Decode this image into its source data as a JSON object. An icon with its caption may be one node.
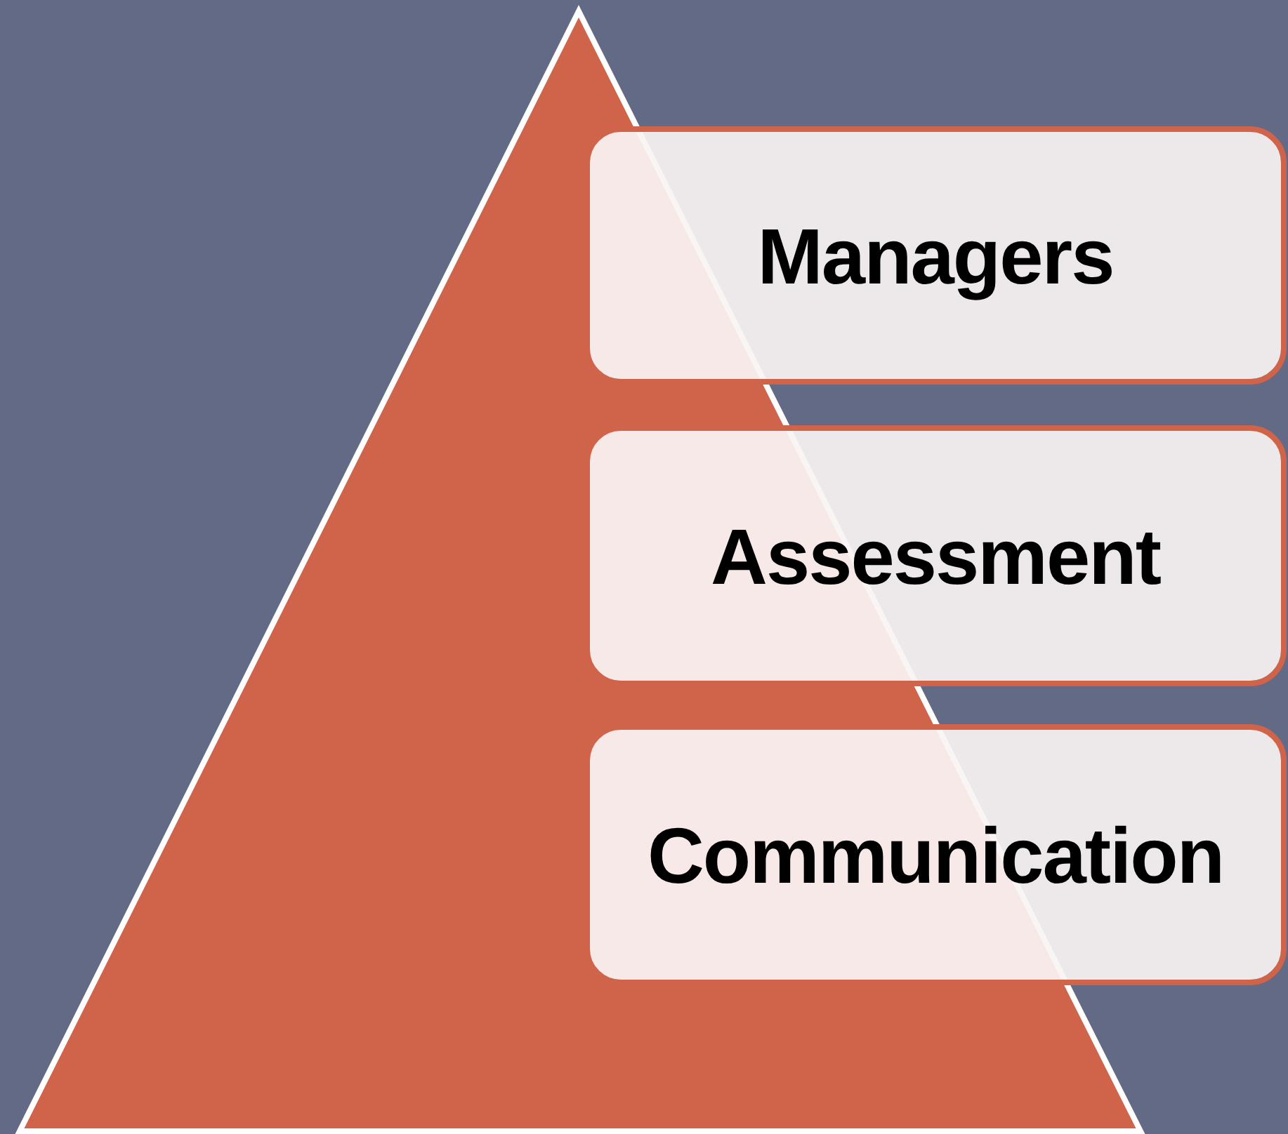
{
  "diagram": {
    "nodes": [
      {
        "text": [
          "Managers"
        ]
      },
      {
        "text": [
          "Assessment"
        ]
      },
      {
        "text": [
          "Communication"
        ]
      }
    ]
  }
}
